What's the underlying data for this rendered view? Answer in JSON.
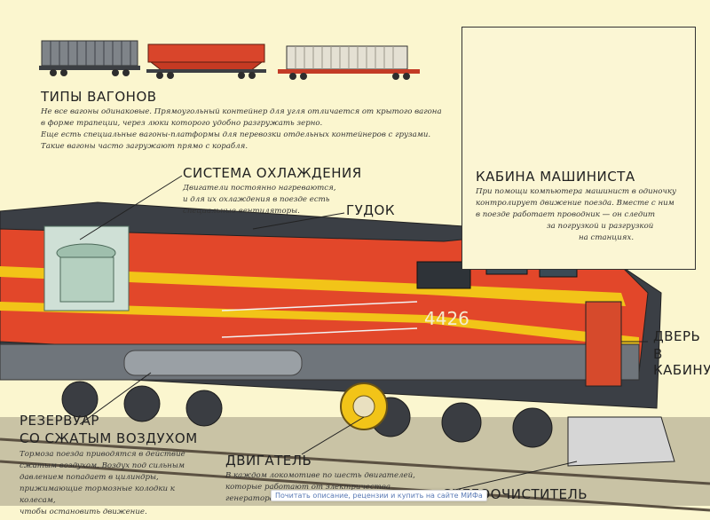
{
  "wagons": {
    "title": "ТИПЫ ВАГОНОВ",
    "text": [
      "Не все вагоны одинаковые. Прямоугольный контейнер для угля отличается от крытого вагона",
      "в форме трапеции, через люки которого удобно разгружать зерно.",
      "Еще есть специальные вагоны-платформы для перевозки отдельных контейнеров с грузами.",
      "Такие вагоны часто загружают прямо с корабля."
    ]
  },
  "cooling": {
    "title": "СИСТЕМА ОХЛАЖДЕНИЯ",
    "text": [
      "Двигатели постоянно нагреваются,",
      "и для их охлаждения в поезде есть",
      "специальные вентиляторы."
    ]
  },
  "horn": {
    "title": "ГУДОК"
  },
  "cab": {
    "title": "КАБИНА МАШИНИСТА",
    "text": [
      "При помощи компьютера машинист в одиночку",
      "контролирует движение поезда. Вместе с ним",
      "в поезде работает проводник — он следит",
      "за погрузкой и разгрузкой",
      "на станциях."
    ]
  },
  "door": {
    "title_line1": "ДВЕРЬ",
    "title_line2": "В КАБИНУ"
  },
  "reservoir": {
    "title_line1": "РЕЗЕРВУАР",
    "title_line2": "СО СЖАТЫМ ВОЗДУХОМ",
    "text": [
      "Тормоза поезда приводятся в действие",
      "сжатым воздухом. Воздух под сильным",
      "давлением попадает в цилиндры,",
      "прижимающие тормозные колодки к колесам,",
      "чтобы остановить движение."
    ]
  },
  "engine": {
    "title": "ДВИГАТЕЛЬ",
    "text": [
      "В каждом локомотиве по шесть двигателей,",
      "которые работают от электричества",
      "генератора и"
    ]
  },
  "snowplow": {
    "title": "СНЕГООЧИСТИТЕЛЬ"
  },
  "locomotive": {
    "number": "4426"
  },
  "tooltip": {
    "text": "Почитать описание, рецензии и купить на сайте МИФа"
  },
  "colors": {
    "background": "#fbf6cf",
    "loco_red": "#e2472a",
    "loco_yellow": "#f2c418",
    "loco_dark": "#3b3f45",
    "steel": "#8b9196"
  }
}
